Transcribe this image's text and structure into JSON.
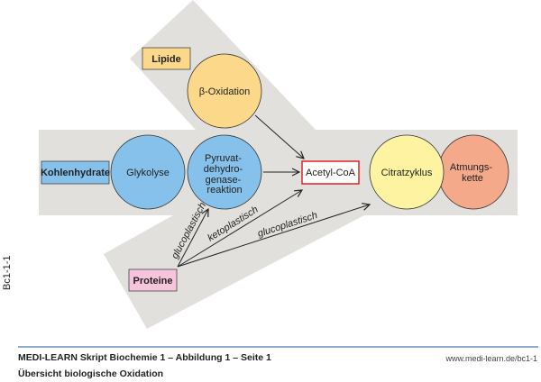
{
  "diagram": {
    "sources": {
      "lipide": "Lipide",
      "kohlenhydrate": "Kohlenhydrate",
      "proteine": "Proteine"
    },
    "processes": {
      "beta_oxidation": "β-Oxidation",
      "glykolyse": "Glykolyse",
      "pyruvat": [
        "Pyruvat-",
        "dehydro-",
        "genase-",
        "reaktion"
      ],
      "citratzyklus": "Citratzyklus",
      "atmungskette": [
        "Atmungs-",
        "kette"
      ]
    },
    "hub": "Acetyl-CoA",
    "arrow_labels": {
      "gluco1": "glucoplastisch",
      "keto": "ketoplastisch",
      "gluco2": "glucoplastisch"
    },
    "colors": {
      "band": "#e1e0dd",
      "lipid": "#fcd98a",
      "carb": "#85c1ea",
      "protein": "#f6c5dc",
      "citrat": "#fdf3a0",
      "atmung": "#f4a98a",
      "hub_border": "#e0202a",
      "rule": "#4a78b8"
    }
  },
  "side_label": "Bc1-1-1",
  "footer": {
    "title": "MEDI-LEARN Skript Biochemie 1 – Abbildung 1 – Seite 1",
    "subtitle": "Übersicht biologische Oxidation",
    "url": "www.medi-learn.de/bc1-1"
  }
}
